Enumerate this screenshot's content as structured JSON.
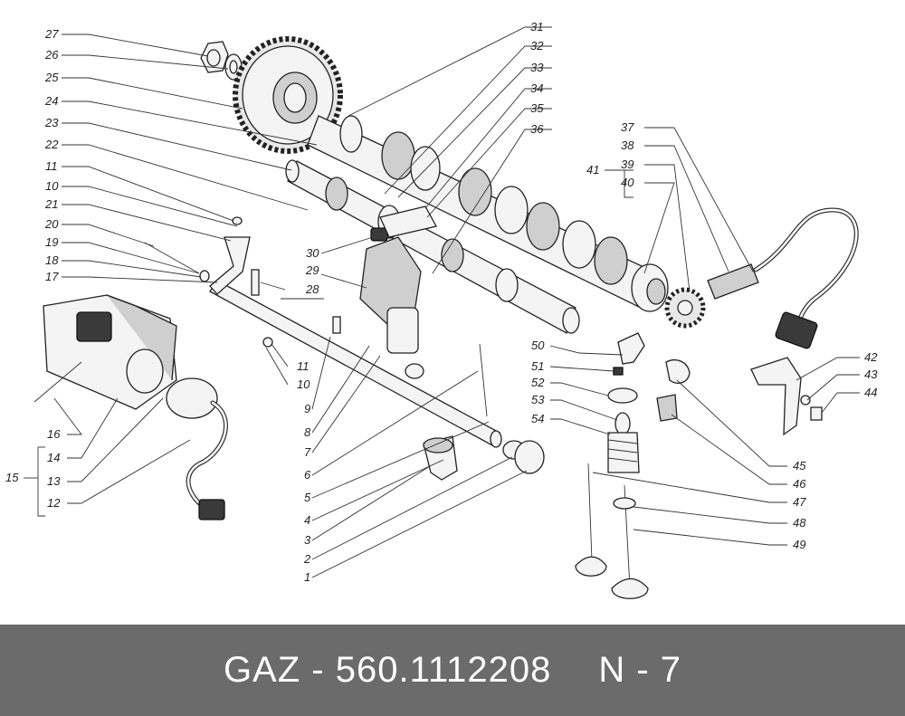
{
  "diagram": {
    "labels": [
      {
        "id": "1",
        "text": "1"
      },
      {
        "id": "2",
        "text": "2"
      },
      {
        "id": "3",
        "text": "3"
      },
      {
        "id": "4",
        "text": "4"
      },
      {
        "id": "5",
        "text": "5"
      },
      {
        "id": "6",
        "text": "6"
      },
      {
        "id": "7",
        "text": "7"
      },
      {
        "id": "8",
        "text": "8"
      },
      {
        "id": "9",
        "text": "9"
      },
      {
        "id": "10a",
        "text": "10"
      },
      {
        "id": "10b",
        "text": "10"
      },
      {
        "id": "11a",
        "text": "11"
      },
      {
        "id": "11b",
        "text": "11"
      },
      {
        "id": "12",
        "text": "12"
      },
      {
        "id": "13",
        "text": "13"
      },
      {
        "id": "14",
        "text": "14"
      },
      {
        "id": "15",
        "text": "15"
      },
      {
        "id": "16",
        "text": "16"
      },
      {
        "id": "17",
        "text": "17"
      },
      {
        "id": "18",
        "text": "18"
      },
      {
        "id": "19",
        "text": "19"
      },
      {
        "id": "20",
        "text": "20"
      },
      {
        "id": "21",
        "text": "21"
      },
      {
        "id": "22",
        "text": "22"
      },
      {
        "id": "23",
        "text": "23"
      },
      {
        "id": "24",
        "text": "24"
      },
      {
        "id": "25",
        "text": "25"
      },
      {
        "id": "26",
        "text": "26"
      },
      {
        "id": "27",
        "text": "27"
      },
      {
        "id": "28",
        "text": "28"
      },
      {
        "id": "29",
        "text": "29"
      },
      {
        "id": "30",
        "text": "30"
      },
      {
        "id": "31",
        "text": "31"
      },
      {
        "id": "32",
        "text": "32"
      },
      {
        "id": "33",
        "text": "33"
      },
      {
        "id": "34",
        "text": "34"
      },
      {
        "id": "35",
        "text": "35"
      },
      {
        "id": "36",
        "text": "36"
      },
      {
        "id": "37",
        "text": "37"
      },
      {
        "id": "38",
        "text": "38"
      },
      {
        "id": "39",
        "text": "39"
      },
      {
        "id": "40",
        "text": "40"
      },
      {
        "id": "41",
        "text": "41"
      },
      {
        "id": "42",
        "text": "42"
      },
      {
        "id": "43",
        "text": "43"
      },
      {
        "id": "44",
        "text": "44"
      },
      {
        "id": "45",
        "text": "45"
      },
      {
        "id": "46",
        "text": "46"
      },
      {
        "id": "47",
        "text": "47"
      },
      {
        "id": "48",
        "text": "48"
      },
      {
        "id": "49",
        "text": "49"
      },
      {
        "id": "50",
        "text": "50"
      },
      {
        "id": "51",
        "text": "51"
      },
      {
        "id": "52",
        "text": "52"
      },
      {
        "id": "53",
        "text": "53"
      },
      {
        "id": "54",
        "text": "54"
      }
    ]
  },
  "footer": {
    "part_number": "GAZ - 560.1112208",
    "position": "N - 7"
  }
}
